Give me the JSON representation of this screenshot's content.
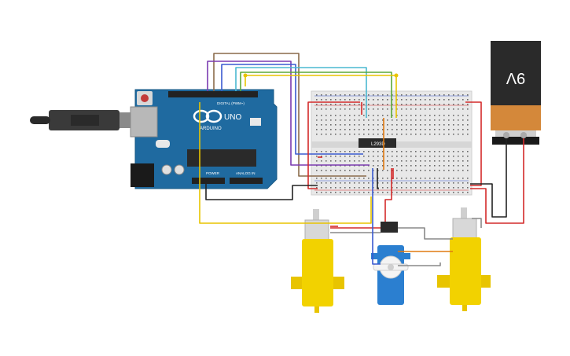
{
  "arduino": {
    "brand": "ARDUINO",
    "model": "UNO",
    "digital_label": "DIGITAL (PWM~)",
    "power_label": "POWER",
    "analog_label": "ANALOG IN"
  },
  "chip": {
    "label": "L293D"
  },
  "battery": {
    "label": "9V"
  },
  "colors": {
    "arduino_board": "#1f6aa0",
    "breadboard": "#e8e8e8",
    "motor_body": "#f2d200",
    "servo_body": "#2b7fd0",
    "battery_top": "#2a2a2a",
    "battery_bottom": "#d4883a",
    "wire_red": "#d42a2a",
    "wire_black": "#222222",
    "wire_yellow": "#e8c400",
    "wire_orange": "#e07a10",
    "wire_green": "#5aa83a",
    "wire_cyan": "#4ab8d0",
    "wire_blue": "#3a5ad0",
    "wire_purple": "#7a3ab0",
    "wire_brown": "#8a6a4a",
    "wire_gray": "#888888"
  }
}
